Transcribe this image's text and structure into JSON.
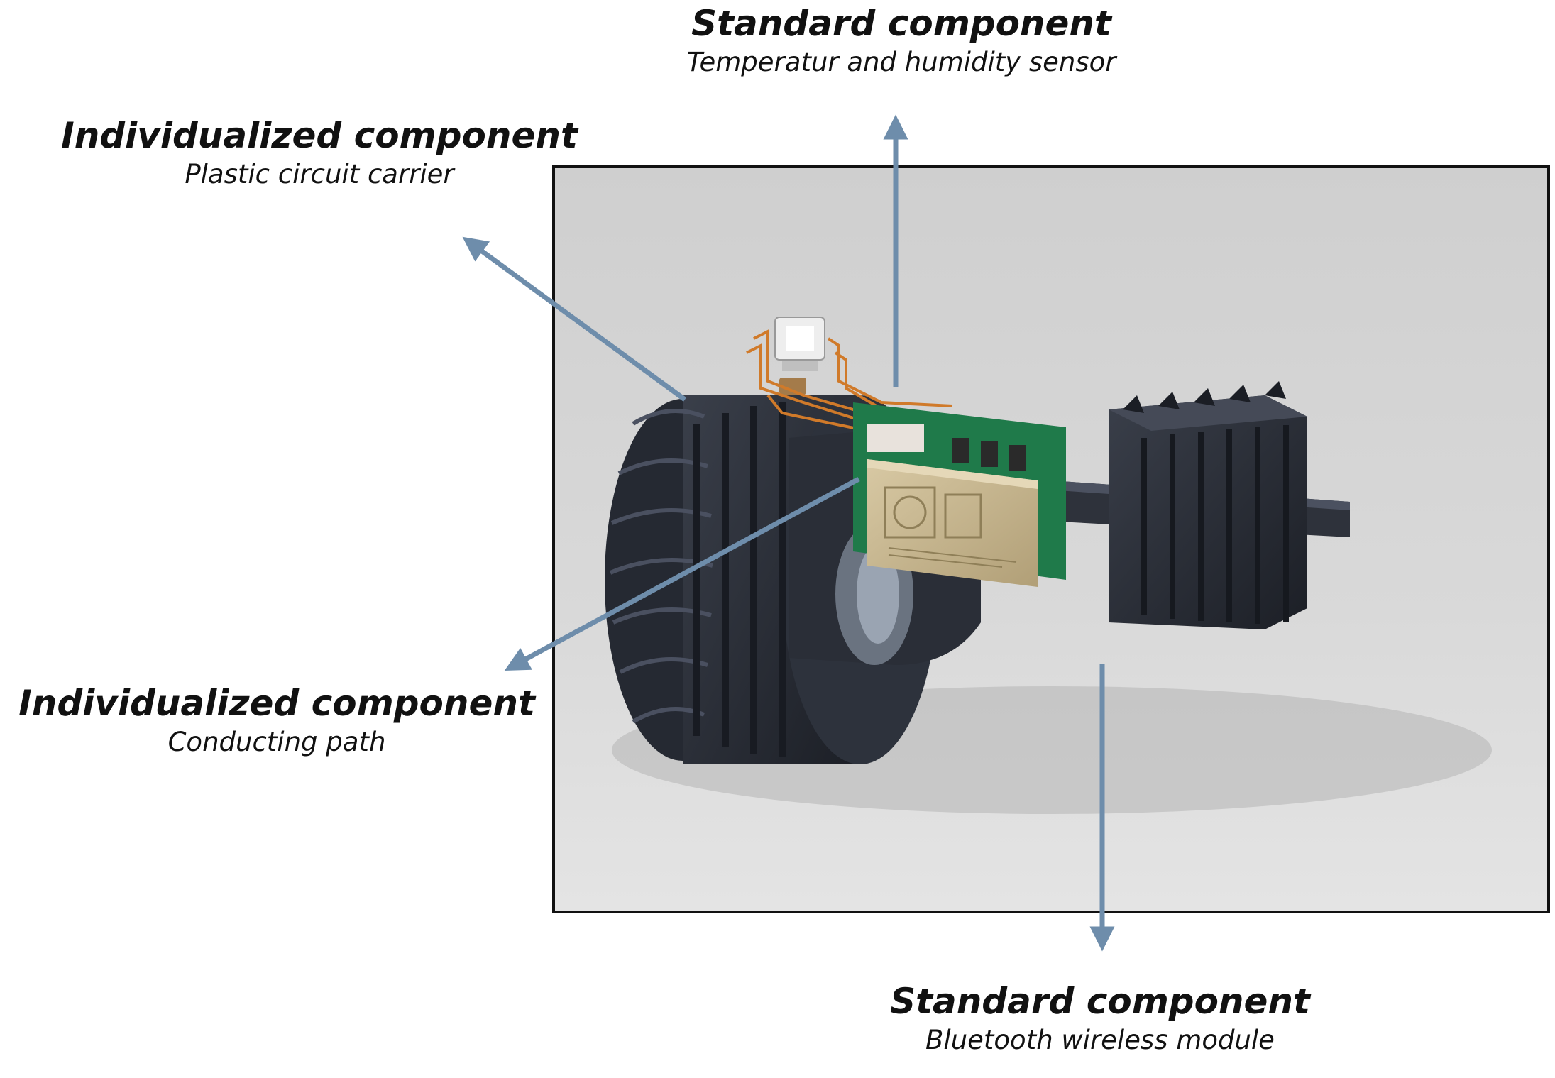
{
  "labels": {
    "sensor": {
      "title": "Standard component",
      "subtitle": "Temperatur and humidity sensor"
    },
    "carrier": {
      "title": "Individualized component",
      "subtitle": "Plastic circuit carrier"
    },
    "path": {
      "title": "Individualized component",
      "subtitle": "Conducting path"
    },
    "bluetooth": {
      "title": "Standard component",
      "subtitle": "Bluetooth wireless module"
    }
  },
  "colors": {
    "arrow": "#6e8dab",
    "frame": "#111111",
    "background_photo": "#d6d6d6",
    "plastic": "#2b2f38",
    "copper": "#d07a2a",
    "pcb_green": "#1f7a4a",
    "module_gold": "#c9b78f"
  }
}
